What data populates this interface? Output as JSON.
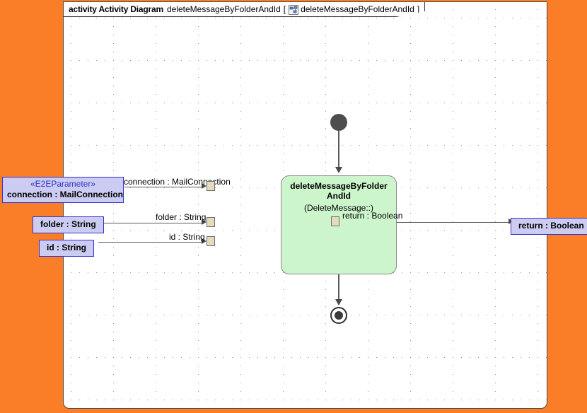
{
  "frame": {
    "keyword": "activity Activity Diagram",
    "name": "deleteMessageByFolderAndId",
    "bracket_open": "[",
    "bracket_close": "]",
    "tab_name": "deleteMessageByFolderAndId",
    "icon": "activity-diagram-icon"
  },
  "activity": {
    "name": "deleteMessageByFolderAndId",
    "behavior": "(DeleteMessage::)"
  },
  "nodes": {
    "initial": "initial-node",
    "final": "activity-final-node"
  },
  "parameters": [
    {
      "id": "connection",
      "stereotype": "«E2EParameter»",
      "label": "connection : MailConnection",
      "edge_label": "connection : MailConnection",
      "direction": "in"
    },
    {
      "id": "folder",
      "stereotype": "",
      "label": "folder : String",
      "edge_label": "folder : String",
      "direction": "in"
    },
    {
      "id": "id",
      "stereotype": "",
      "label": "id : String",
      "edge_label": "id : String",
      "direction": "in"
    },
    {
      "id": "return",
      "stereotype": "",
      "label": "return : Boolean",
      "edge_label": "return : Boolean",
      "direction": "out"
    }
  ],
  "colors": {
    "canvas_background": "#fa7d28",
    "frame_background": "#ffffff",
    "activity_fill": "#ccf5cc",
    "activity_border": "#8a8a8a",
    "parameter_fill": "#ccccf2",
    "parameter_border": "#3333cc",
    "stereotype_text": "#3333cc",
    "pin_fill": "#e3dcbb",
    "edge": "#5a5a5a",
    "node_fill": "#4d4d4d"
  }
}
